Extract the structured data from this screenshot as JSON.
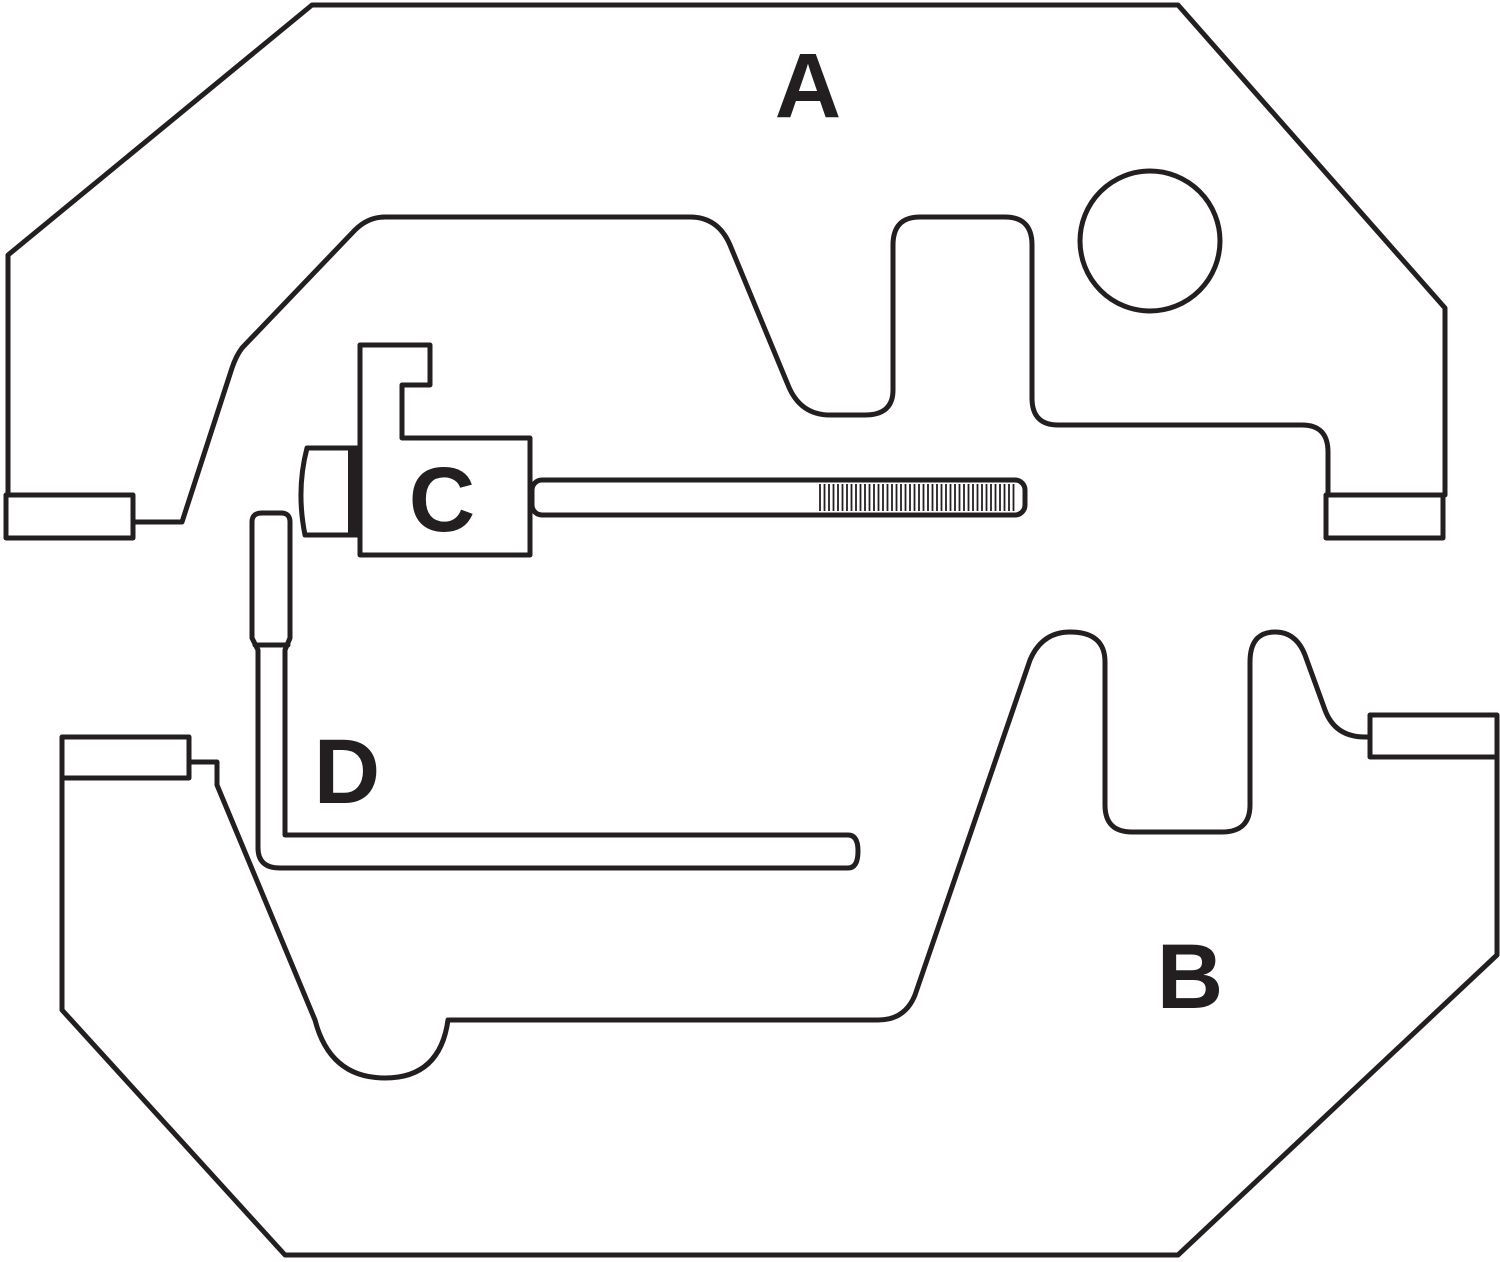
{
  "diagram": {
    "labels": {
      "part_a": "A",
      "part_b": "B",
      "part_c": "C",
      "part_d": "D"
    },
    "stroke_color": "#231f20",
    "background_color": "#ffffff"
  }
}
